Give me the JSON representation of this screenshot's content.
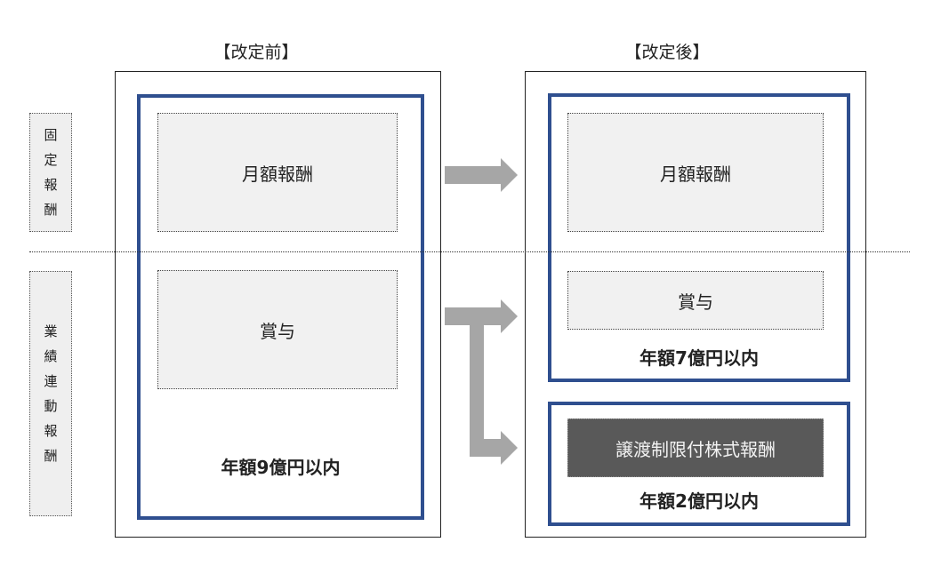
{
  "headings": {
    "before": "【改定前】",
    "after": "【改定後】"
  },
  "side_labels": {
    "fixed": [
      "固",
      "定",
      "報",
      "酬"
    ],
    "performance": [
      "業",
      "績",
      "連",
      "動",
      "報",
      "酬"
    ]
  },
  "before": {
    "monthly": "月額報酬",
    "bonus": "賞与",
    "limit": "年額9億円以内"
  },
  "after": {
    "monthly": "月額報酬",
    "bonus": "賞与",
    "limit1": "年額7億円以内",
    "stock": "譲渡制限付株式報酬",
    "limit2": "年額2億円以内"
  },
  "colors": {
    "frame": "#2f4f8f",
    "arrow": "#a6a6a6",
    "dark_box": "#595959"
  }
}
